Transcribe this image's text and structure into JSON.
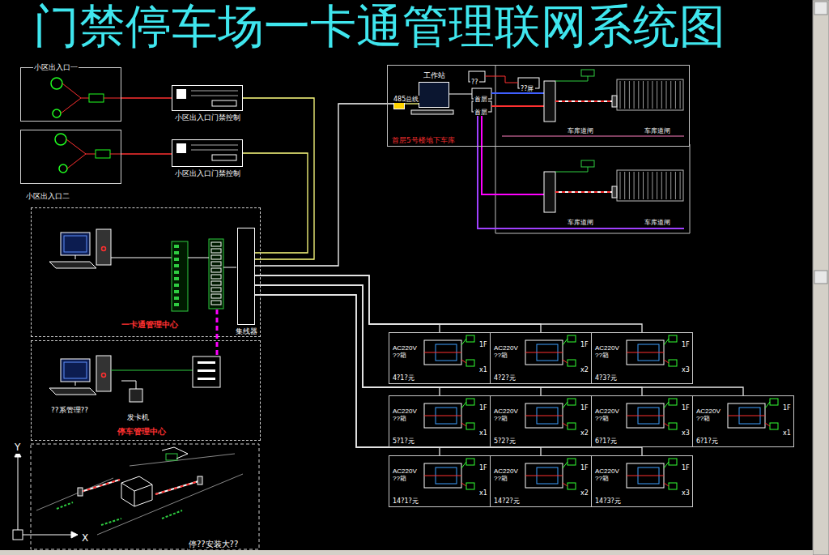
{
  "diagram": {
    "title": "门禁停车场一卡通管理联网系统图",
    "nodes": [
      {
        "text": [
          "小区出入口一"
        ]
      },
      {
        "text": [
          "小区出入口二"
        ]
      },
      {
        "text": [
          "小区出入口门禁控制"
        ]
      },
      {
        "text": [
          "小区出入口门禁控制"
        ]
      },
      {
        "text": [
          "一卡通管理中心"
        ]
      },
      {
        "text": [
          "集线器"
        ],
        "in": 4
      },
      {
        "text": [
          "停车管理中心"
        ]
      },
      {
        "text": [
          "首层5号楼地下车库"
        ]
      },
      {
        "text": [
          "工作站"
        ],
        "in": 7
      },
      {
        "text": [
          "485总线"
        ],
        "in": 7
      },
      {
        "text": [
          "AC220V ??箱",
          "4?1?元",
          "1F",
          "x1"
        ]
      },
      {
        "text": [
          "AC220V ??箱",
          "4?2?元",
          "1F",
          "x2"
        ]
      },
      {
        "text": [
          "AC220V ??箱",
          "4?3?元",
          "1F",
          "x3"
        ]
      },
      {
        "text": [
          "AC220V ??箱",
          "5?1?元",
          "1F",
          "x1"
        ]
      },
      {
        "text": [
          "AC220V ??箱",
          "5?2?元",
          "1F",
          "x2"
        ]
      },
      {
        "text": [
          "AC220V ??箱",
          "6?1?元",
          "1F",
          "x3"
        ]
      },
      {
        "text": [
          "AC220V ??箱",
          "6?1?元",
          "1F",
          "x1"
        ]
      },
      {
        "text": [
          "AC220V ??箱",
          "14?1?元",
          "1F",
          "x1"
        ]
      },
      {
        "text": [
          "AC220V ??箱",
          "14?2?元",
          "1F",
          "x2"
        ]
      },
      {
        "text": [
          "AC220V ??箱",
          "14?3?元",
          "1F",
          "x3"
        ]
      }
    ],
    "edges": [
      {
        "from": 0,
        "to": 2,
        "arrow": "none"
      },
      {
        "from": 1,
        "to": 3,
        "arrow": "none"
      },
      {
        "from": 2,
        "to": 5,
        "arrow": "none"
      },
      {
        "from": 3,
        "to": 5,
        "arrow": "none"
      },
      {
        "from": 5,
        "to": 9,
        "arrow": "none"
      },
      {
        "from": 9,
        "to": 8,
        "arrow": "none"
      },
      {
        "from": 5,
        "to": 10,
        "arrow": "none"
      },
      {
        "from": 5,
        "to": 11,
        "arrow": "none"
      },
      {
        "from": 5,
        "to": 12,
        "arrow": "none"
      },
      {
        "from": 5,
        "to": 13,
        "arrow": "none"
      },
      {
        "from": 5,
        "to": 14,
        "arrow": "none"
      },
      {
        "from": 5,
        "to": 15,
        "arrow": "none"
      },
      {
        "from": 5,
        "to": 16,
        "arrow": "none"
      },
      {
        "from": 5,
        "to": 17,
        "arrow": "none"
      },
      {
        "from": 5,
        "to": 18,
        "arrow": "none"
      },
      {
        "from": 5,
        "to": 19,
        "arrow": "none"
      }
    ],
    "labels": [
      "Y",
      "X",
      "停??安装大??",
      "发卡机",
      "??系管理??",
      "??",
      "??屏",
      "首层",
      "首层",
      "车库道闸",
      "车库道闸",
      "车库道闸",
      "车库道闸"
    ]
  }
}
